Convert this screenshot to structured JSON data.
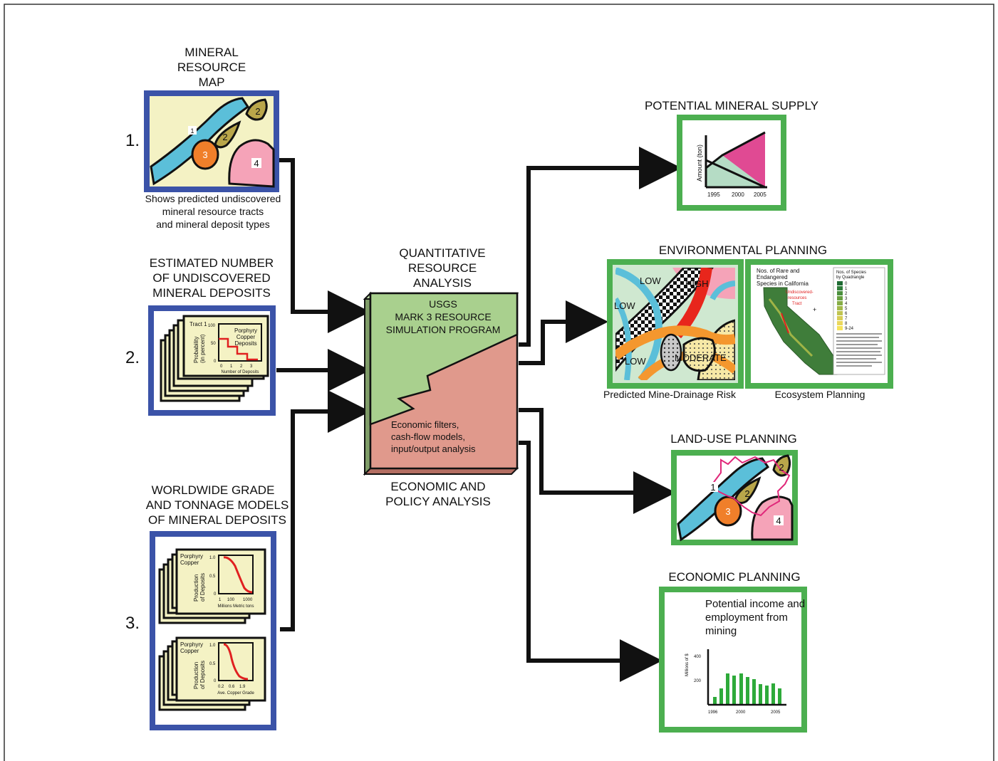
{
  "inputs": {
    "step1": {
      "number": "1.",
      "title": [
        "MINERAL",
        "RESOURCE",
        "MAP"
      ],
      "caption": [
        "Shows predicted undiscovered",
        "mineral resource tracts",
        "and mineral deposit types"
      ],
      "tract_labels": [
        "1",
        "2",
        "2",
        "3",
        "4"
      ]
    },
    "step2": {
      "number": "2.",
      "title": [
        "ESTIMATED NUMBER",
        "OF UNDISCOVERED",
        "MINERAL DEPOSITS"
      ],
      "card": {
        "tract": "Tract 1",
        "ylabel": [
          "Probability",
          "(in percent)"
        ],
        "yticks": [
          "100",
          "50",
          "0"
        ],
        "xticks": [
          "0",
          "1",
          "2",
          "3"
        ],
        "xlabel": "Number of Deposits",
        "legend": [
          "Porphyry",
          "Copper",
          "Deposits"
        ]
      }
    },
    "step3": {
      "number": "3.",
      "title": [
        "WORLDWIDE GRADE",
        "AND TONNAGE MODELS",
        "OF MINERAL DEPOSITS"
      ],
      "tonnage_card": {
        "type": [
          "Porphyry",
          "Copper"
        ],
        "ylabel": [
          "Production",
          "of Deposits"
        ],
        "yticks": [
          "1.0",
          "0.5",
          "0"
        ],
        "xticks": [
          "1",
          "100",
          "1000"
        ],
        "xlabel": "Millions Metric tons"
      },
      "grade_card": {
        "type": [
          "Porphyry",
          "Copper"
        ],
        "ylabel": [
          "Production",
          "of Deposits"
        ],
        "yticks": [
          "1.0",
          "0.5",
          "0"
        ],
        "xticks": [
          "0.2",
          "0.6",
          "1.9"
        ],
        "xlabel": "Ave. Copper Grade"
      }
    }
  },
  "center": {
    "title_top": [
      "QUANTITATIVE",
      "RESOURCE",
      "ANALYSIS"
    ],
    "program": [
      "USGS",
      "MARK 3 RESOURCE",
      "SIMULATION PROGRAM"
    ],
    "economic_text": [
      "Economic filters,",
      "cash-flow models,",
      "input/output analysis"
    ],
    "title_bottom": [
      "ECONOMIC AND",
      "POLICY ANALYSIS"
    ],
    "colors": {
      "quantitative": "#a9d08e",
      "economic": "#e0998c"
    }
  },
  "outputs": {
    "supply": {
      "title": "POTENTIAL MINERAL SUPPLY",
      "ylabel": "Amount (ton)",
      "xticks": [
        "1995",
        "2000",
        "2005"
      ]
    },
    "environmental": {
      "title": "ENVIRONMENTAL PLANNING",
      "drainage_labels": [
        "LOW",
        "HIGH",
        "LOW",
        "LOW",
        "MODERATE"
      ],
      "drainage_caption": "Predicted Mine-Drainage Risk",
      "eco_title": [
        "Nos. of Rare and",
        "Endangered",
        "Species in California"
      ],
      "eco_tract": [
        "Undiscovered-",
        "resources",
        "Tract"
      ],
      "eco_legend_title": [
        "Nos. of Species",
        "by Quadrangle"
      ],
      "eco_legend_values": [
        "0",
        "1",
        "2",
        "3",
        "4",
        "5",
        "6",
        "7",
        "8",
        "9-24"
      ],
      "eco_caption": "Ecosystem Planning"
    },
    "landuse": {
      "title": "LAND-USE PLANNING",
      "tract_labels": [
        "1",
        "2",
        "2",
        "3",
        "4"
      ]
    },
    "economic": {
      "title": "ECONOMIC PLANNING",
      "text": [
        "Potential income and",
        "employment from",
        "mining"
      ],
      "ylabel": "Millions of $",
      "yticks": [
        "400",
        "200"
      ],
      "xticks": [
        "1996",
        "2000",
        "2005"
      ]
    }
  },
  "colors": {
    "input_frame": "#3b53a8",
    "output_frame": "#4caf50",
    "map_bg": "#f4f2c4",
    "tract1": "#5bbfd9",
    "tract2": "#b9a64a",
    "tract3": "#f07f2a",
    "tract4": "#f5a3b8",
    "landuse_boundary": "#e0287a",
    "supply_fill_low": "#b5dcc5",
    "supply_fill_high": "#e04a93",
    "risk_high": "#e8261c",
    "risk_moderate": "#f4972e",
    "econ_bars": "#2eaa3a"
  }
}
